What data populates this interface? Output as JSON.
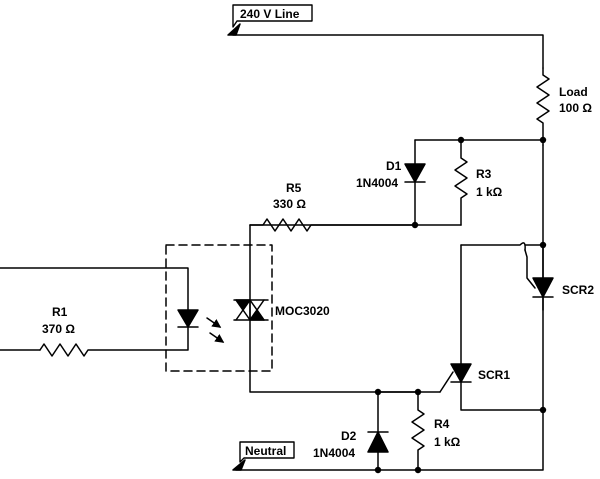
{
  "ports": {
    "line": "240 V Line",
    "neutral": "Neutral"
  },
  "components": {
    "load": {
      "ref": "Load",
      "value": "100 Ω"
    },
    "r1": {
      "ref": "R1",
      "value": "370 Ω"
    },
    "r3": {
      "ref": "R3",
      "value": "1 kΩ"
    },
    "r4": {
      "ref": "R4",
      "value": "1 kΩ"
    },
    "r5": {
      "ref": "R5",
      "value": "330 Ω"
    },
    "d1": {
      "ref": "D1",
      "value": "1N4004"
    },
    "d2": {
      "ref": "D2",
      "value": "1N4004"
    },
    "scr1": {
      "ref": "SCR1"
    },
    "scr2": {
      "ref": "SCR2"
    },
    "opto": {
      "ref": "MOC3020"
    }
  },
  "colors": {
    "wire": "#000000",
    "background": "#ffffff"
  }
}
